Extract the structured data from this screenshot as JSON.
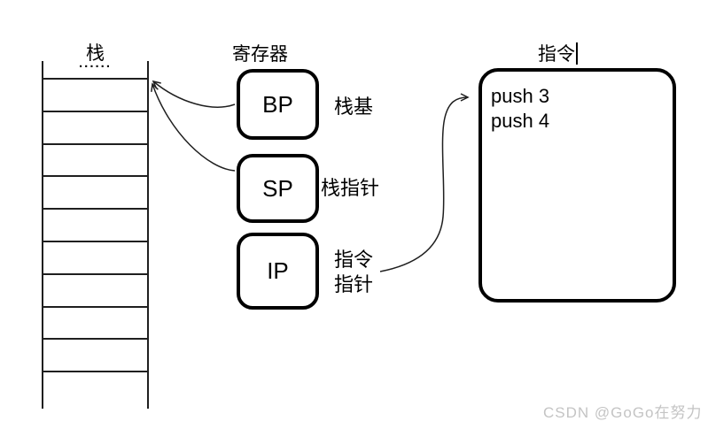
{
  "page": {
    "background": "#ffffff"
  },
  "colors": {
    "stroke": "#1f1f1f",
    "box_border": "#000000",
    "text": "#000000",
    "watermark": "#c4c4c4"
  },
  "stack": {
    "title": "栈",
    "ellipsis": "......",
    "row_lines": 10
  },
  "registers": {
    "title": "寄存器",
    "items": [
      {
        "name": "BP",
        "label_lines": [
          "栈基"
        ]
      },
      {
        "name": "SP",
        "label_lines": [
          "栈指针"
        ]
      },
      {
        "name": "IP",
        "label_lines": [
          "指令",
          "指针"
        ]
      }
    ]
  },
  "instructions": {
    "title": "指令",
    "code_lines": [
      "push 3",
      "push 4"
    ]
  },
  "watermark": {
    "text": "CSDN @GoGo在努力"
  }
}
